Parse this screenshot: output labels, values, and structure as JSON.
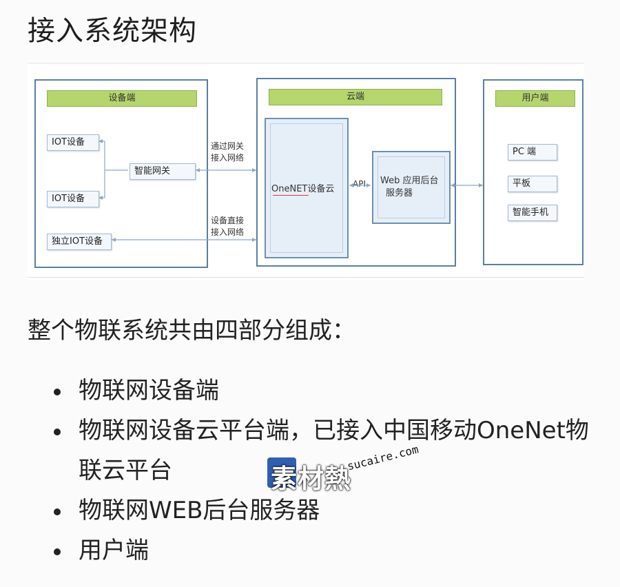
{
  "page": {
    "title": "接入系统架构"
  },
  "diagram": {
    "device_panel": {
      "header": "设备端",
      "iot_device_1": "IOT设备",
      "iot_device_2": "IOT设备",
      "gateway": "智能网关",
      "standalone_device": "独立IOT设备"
    },
    "gateway_link_label": [
      "通过网关",
      "接入网络"
    ],
    "direct_link_label": [
      "设备直接",
      "接入网络"
    ],
    "cloud_panel": {
      "header": "云端",
      "onenet": "OneNET设备云",
      "api_label": "API",
      "web_backend": [
        "Web 应用后台",
        "服务器"
      ]
    },
    "user_panel": {
      "header": "用户端",
      "pc": "PC 端",
      "tablet": "平板",
      "phone": "智能手机"
    },
    "colors": {
      "panel_border": "#5a7ea1",
      "header_fill": "#b5d66c",
      "box_fill": "#f4f8fc",
      "cloud_fill": "#e6eff8"
    }
  },
  "content": {
    "section_heading": "整个物联系统共由四部分组成：",
    "components": [
      "物联网设备端",
      "物联网设备云平台端，已接入中国移动OneNet物联云平台",
      "物联网WEB后台服务器",
      "用户端"
    ]
  },
  "watermark": {
    "text": "素材熱",
    "url": "sucaire.com"
  }
}
